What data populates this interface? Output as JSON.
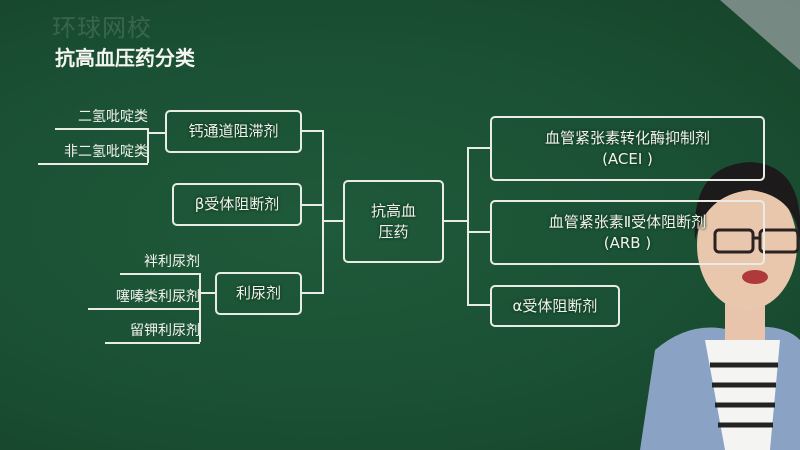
{
  "watermark": "环球网校",
  "title": "抗高血压药分类",
  "center": {
    "line1": "抗高血",
    "line2": "压药"
  },
  "left": [
    {
      "label": "钙通道阻滞剂",
      "children": [
        "二氢吡啶类",
        "非二氢吡啶类"
      ]
    },
    {
      "label": "β受体阻断剂",
      "children": []
    },
    {
      "label": "利尿剂",
      "children": [
        "袢利尿剂",
        "噻嗪类利尿剂",
        "留钾利尿剂"
      ]
    }
  ],
  "right": [
    {
      "label": "血管紧张素转化酶抑制剂",
      "abbr": "(ACEI )"
    },
    {
      "label": "血管紧张素Ⅱ受体阻断剂",
      "abbr": "(ARB )"
    },
    {
      "label": "α受体阻断剂"
    }
  ]
}
